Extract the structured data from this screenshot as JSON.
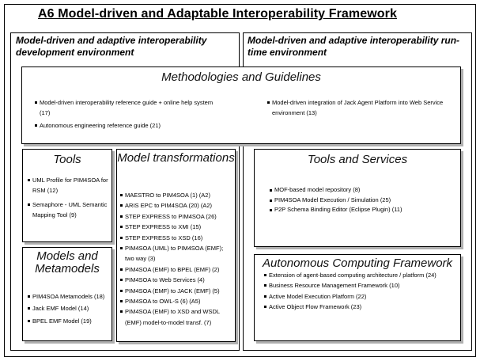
{
  "title": "A6 Model-driven and Adaptable Interoperability Framework",
  "left_env": {
    "heading": "Model-driven and adaptive interoperability development environment"
  },
  "right_env": {
    "heading": "Model-driven and adaptive interoperability run-time environment"
  },
  "methodologies": {
    "title": "Methodologies and Guidelines",
    "left_items": [
      "Model-driven interoperability reference guide + online help system (17)",
      "Autonomous engineering reference guide (21)"
    ],
    "right_items": [
      "Model-driven integration of Jack Agent Platform into Web Service environment (13)"
    ]
  },
  "tools": {
    "title": "Tools",
    "items": [
      "UML Profile for PIM4SOA for RSM (12)",
      "Semaphore - UML Semantic Mapping Tool (9)"
    ]
  },
  "model_transformations": {
    "title": "Model transformations",
    "items": [
      "MAESTRO to PIM4SOA (1) (A2)",
      "ARIS EPC to PIM4SOA (20) (A2)",
      "STEP EXPRESS to PIM4SOA (26)",
      "STEP EXPRESS to XMI (15)",
      "STEP EXPRESS to XSD (16)",
      "PIM4SOA (UML) to PIM4SOA (EMF); two way (3)",
      "PIM4SOA (EMF) to BPEL (EMF) (2)",
      "PIM4SOA to Web Services (4)",
      "PIM4SOA (EMF) to JACK (EMF) (5)",
      "PIM4SOA to OWL-S (6) (A5)",
      "PIM4SOA (EMF) to XSD and WSDL (EMF) model-to-model transf. (7)"
    ]
  },
  "models": {
    "title": "Models and Metamodels",
    "items": [
      "PIM4SOA Metamodels (18)",
      "Jack EMF Model (14)",
      "BPEL EMF Model (19)"
    ]
  },
  "tools_services": {
    "title": "Tools and Services",
    "items": [
      "MOF-based model repository (8)",
      "PIM4SOA Model Execution / Simulation (25)",
      "P2P Schema Binding Editor (Eclipse Plugin) (11)"
    ]
  },
  "autonomous": {
    "title": "Autonomous Computing Framework",
    "items": [
      "Extension of agent-based computing architecture / platform (24)",
      "Business Resource Management Framework (10)",
      "Active Model Execution Platform (22)",
      "Active Object Flow Framework (23)"
    ]
  }
}
